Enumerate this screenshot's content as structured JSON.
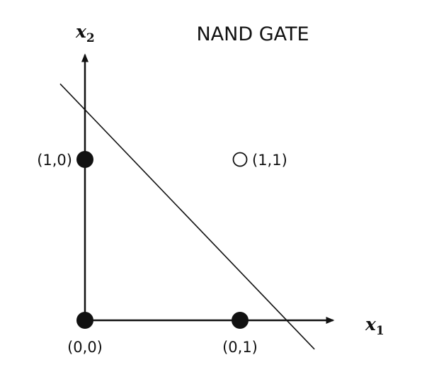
{
  "chart_data": {
    "type": "scatter",
    "title": "NAND GATE",
    "xlabel": {
      "var": "x",
      "sub": "1"
    },
    "ylabel": {
      "var": "x",
      "sub": "2"
    },
    "grid": false,
    "xlim": [
      0,
      1.6
    ],
    "ylim": [
      0,
      1.65
    ],
    "points": [
      {
        "x": 0,
        "y": 0,
        "label": "(0,0)",
        "filled": true,
        "label_pos": "below"
      },
      {
        "x": 1,
        "y": 0,
        "label": "(0,1)",
        "filled": true,
        "label_pos": "below"
      },
      {
        "x": 0,
        "y": 1,
        "label": "(1,0)",
        "filled": true,
        "label_pos": "left"
      },
      {
        "x": 1,
        "y": 1,
        "label": "(1,1)",
        "filled": false,
        "label_pos": "right"
      }
    ],
    "decision_boundary": {
      "from": [
        -0.16,
        1.47
      ],
      "to": [
        1.48,
        -0.18
      ]
    },
    "colors": {
      "ink": "#111111",
      "background": "#ffffff"
    }
  }
}
